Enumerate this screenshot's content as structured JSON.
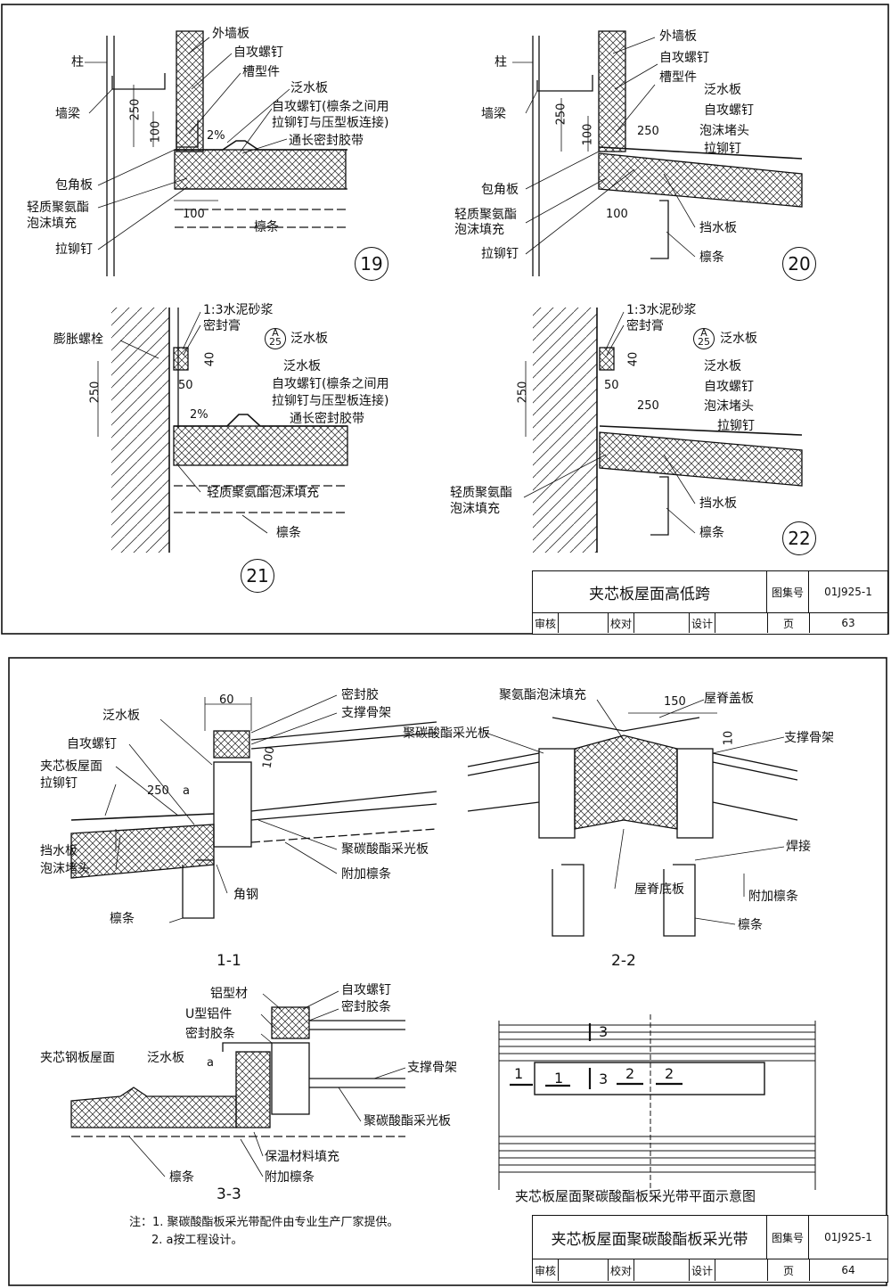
{
  "sheet1": {
    "d19": {
      "num": "19",
      "labels": {
        "col": "柱",
        "wall_board": "外墙板",
        "screw": "自攻螺钉",
        "channel": "槽型件",
        "flashing": "泛水板",
        "screw_note": "自攻螺钉(檩条之间用",
        "screw_note2": "拉铆钉与压型板连接)",
        "sealant": "通长密封胶带",
        "beam": "墙梁",
        "corner": "包角板",
        "foam1": "轻质聚氨酯",
        "foam2": "泡沫填充",
        "rivet": "拉铆钉",
        "purlin": "檩条",
        "d250": "250",
        "d100a": "100",
        "d100b": "100",
        "slope": "2%"
      }
    },
    "d20": {
      "num": "20",
      "labels": {
        "col": "柱",
        "wall_board": "外墙板",
        "screw": "自攻螺钉",
        "channel": "槽型件",
        "flashing": "泛水板",
        "screw2": "自攻螺钉",
        "plug": "泡沫堵头",
        "rivet2": "拉铆钉",
        "beam": "墙梁",
        "corner": "包角板",
        "foam1": "轻质聚氨酯",
        "foam2": "泡沫填充",
        "rivet": "拉铆钉",
        "baffle": "挡水板",
        "purlin": "檩条",
        "d250": "250",
        "d100a": "100",
        "d250b": "250",
        "d100b": "100"
      }
    },
    "d21": {
      "num": "21",
      "labels": {
        "mortar": "1:3水泥砂浆",
        "seal": "密封膏",
        "ref_a": "A",
        "ref_n": "25",
        "flashing": "泛水板",
        "bolt": "膨胀螺栓",
        "flashing2": "泛水板",
        "screw_note": "自攻螺钉(檩条之间用",
        "screw_note2": "拉铆钉与压型板连接)",
        "sealant": "通长密封胶带",
        "foam": "轻质聚氨酯泡沫填充",
        "purlin": "檩条",
        "d250": "250",
        "d40": "40",
        "d50": "50",
        "slope": "2%"
      }
    },
    "d22": {
      "num": "22",
      "labels": {
        "mortar": "1:3水泥砂浆",
        "seal": "密封膏",
        "ref_a": "A",
        "ref_n": "25",
        "flashing": "泛水板",
        "flashing2": "泛水板",
        "screw": "自攻螺钉",
        "plug": "泡沫堵头",
        "rivet": "拉铆钉",
        "foam1": "轻质聚氨酯",
        "foam2": "泡沫填充",
        "baffle": "挡水板",
        "purlin": "檩条",
        "d250": "250",
        "d40": "40",
        "d50": "50",
        "d250b": "250"
      }
    },
    "titleblock": {
      "title": "夹芯板屋面高低跨",
      "atlas_label": "图集号",
      "atlas": "01J925-1",
      "review": "审核",
      "check": "校对",
      "design": "设计",
      "page_label": "页",
      "page": "63"
    }
  },
  "sheet2": {
    "s11": {
      "name": "1-1",
      "labels": {
        "sealant": "密封胶",
        "support": "支撑骨架",
        "flashing": "泛水板",
        "screw": "自攻螺钉",
        "roof": "夹芯板屋面",
        "rivet": "拉铆钉",
        "pc": "聚碳酸酯采光板",
        "add_purlin": "附加檩条",
        "baffle": "挡水板",
        "plug": "泡沫堵头",
        "angle": "角钢",
        "purlin": "檩条",
        "d60": "60",
        "d250": "250",
        "d100": "100",
        "a": "a"
      }
    },
    "s22": {
      "name": "2-2",
      "labels": {
        "pu_fill": "聚氨酯泡沫填充",
        "ridge_cap": "屋脊盖板",
        "pc": "聚碳酸酯采光板",
        "support": "支撑骨架",
        "weld": "焊接",
        "ridge_base": "屋脊底板",
        "add_purlin": "附加檩条",
        "purlin": "檩条",
        "d150": "150",
        "d10": "10"
      }
    },
    "s33": {
      "name": "3-3",
      "labels": {
        "alu": "铝型材",
        "u_alu": "U型铝件",
        "seal_strip": "密封胶条",
        "screw": "自攻螺钉",
        "seal_strip2": "密封胶条",
        "roof": "夹芯钢板屋面",
        "flashing": "泛水板",
        "support": "支撑骨架",
        "pc": "聚碳酸酯采光板",
        "insul": "保温材料填充",
        "purlin": "檩条",
        "add_purlin": "附加檩条",
        "a": "a"
      }
    },
    "plan": {
      "caption": "夹芯板屋面聚碳酸酯板采光带平面示意图",
      "m1": "1",
      "m1b": "1",
      "m3a": "3",
      "m3b": "3",
      "m2a": "2",
      "m2b": "2"
    },
    "notes": {
      "n1": "注：1. 聚碳酸酯板采光带配件由专业生产厂家提供。",
      "n2": "2. a按工程设计。"
    },
    "titleblock": {
      "title": "夹芯板屋面聚碳酸酯板采光带",
      "atlas_label": "图集号",
      "atlas": "01J925-1",
      "review": "审核",
      "check": "校对",
      "design": "设计",
      "page_label": "页",
      "page": "64"
    }
  }
}
